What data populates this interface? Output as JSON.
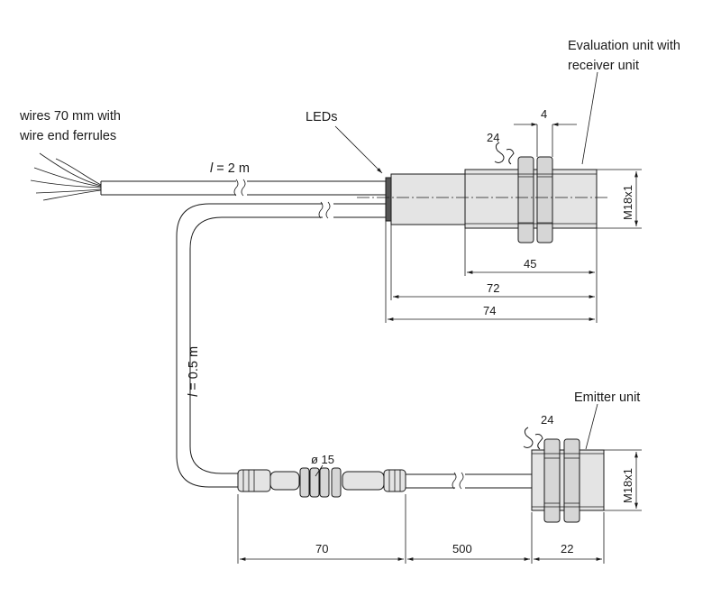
{
  "labels": {
    "wires": [
      "wires 70 mm with",
      "wire end ferrules"
    ],
    "evaluation_unit": [
      "Evaluation unit with",
      "receiver unit"
    ],
    "emitter_unit": "Emitter unit",
    "leds": "LEDs",
    "cable_long_italic": "l",
    "cable_long_rest": " = 2 m",
    "cable_short_italic": "l",
    "cable_short_rest": " = 0.5 m",
    "connector_diameter": "ø 15"
  },
  "dimensions": {
    "wrench_receiver": "24",
    "nut_width": "4",
    "thread_receiver": "M18x1",
    "d45": "45",
    "d72": "72",
    "d74": "74",
    "wrench_emitter": "24",
    "thread_emitter": "M18x1",
    "d70": "70",
    "d500": "500",
    "d22": "22"
  }
}
